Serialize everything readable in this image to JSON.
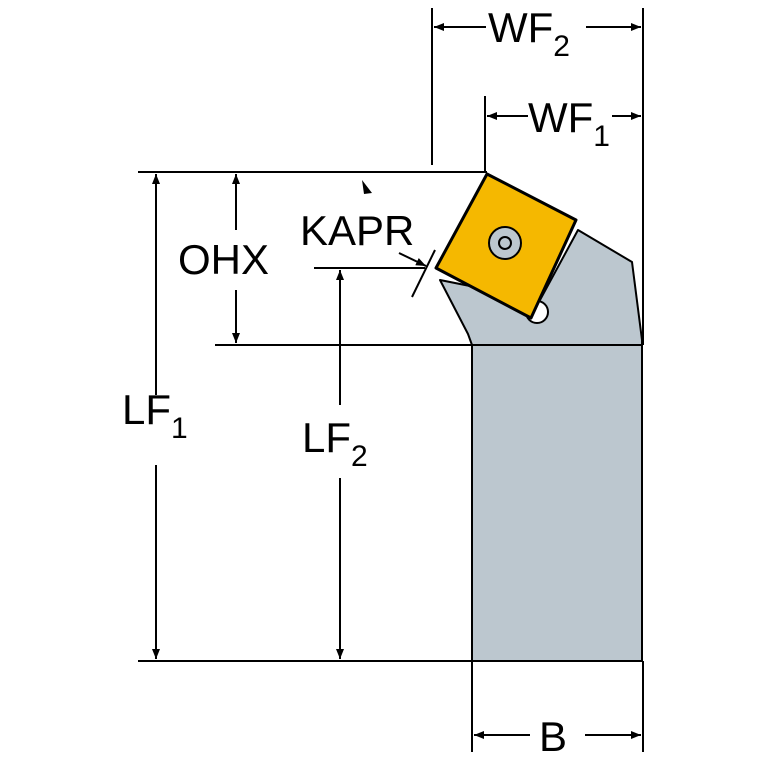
{
  "colors": {
    "insert": "#f5b800",
    "holder": "#bcc7cf",
    "line": "#000000",
    "background": "#ffffff"
  },
  "labels": {
    "wf2": {
      "main": "WF",
      "sub": "2"
    },
    "wf1": {
      "main": "WF",
      "sub": "1"
    },
    "ohx": "OHX",
    "kapr": "KAPR",
    "lf1": {
      "main": "LF",
      "sub": "1"
    },
    "lf2": {
      "main": "LF",
      "sub": "2"
    },
    "b": "B"
  }
}
